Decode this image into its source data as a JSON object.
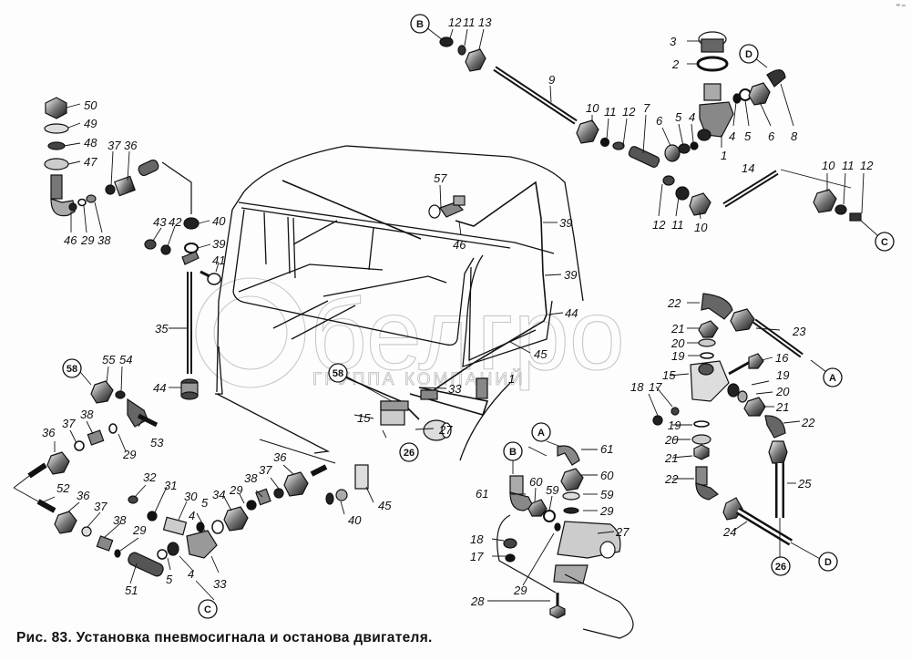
{
  "figure": {
    "caption": "Рис. 83. Установка пневмосигнала и останова двигателя.",
    "corner_mark": "ᵃᵒ ═",
    "watermark": {
      "brand": "белгро",
      "subtitle": "ГРУППА КОМПАНИЙ"
    }
  },
  "callouts": {
    "circled_refs": [
      {
        "id": "B1",
        "text": "B"
      },
      {
        "id": "D1",
        "text": "D"
      },
      {
        "id": "C1",
        "text": "C"
      },
      {
        "id": "A1",
        "text": "A"
      },
      {
        "id": "D2",
        "text": "D"
      },
      {
        "id": "26a",
        "text": "26"
      },
      {
        "id": "A2",
        "text": "A"
      },
      {
        "id": "B2",
        "text": "B"
      },
      {
        "id": "58a",
        "text": "58"
      },
      {
        "id": "58b",
        "text": "58"
      },
      {
        "id": "26b",
        "text": "26"
      },
      {
        "id": "C2",
        "text": "C"
      }
    ],
    "part_numbers": {
      "top_center": [
        "12",
        "11",
        "13",
        "9",
        "10",
        "11",
        "12",
        "7",
        "6",
        "5",
        "4",
        "1",
        "12",
        "11",
        "10",
        "14"
      ],
      "top_right": [
        "3",
        "2",
        "4",
        "5",
        "6",
        "8",
        "10",
        "11",
        "12"
      ],
      "top_left": [
        "50",
        "49",
        "48",
        "47",
        "37",
        "36",
        "46",
        "29",
        "38",
        "43",
        "42",
        "40",
        "39",
        "41",
        "35",
        "44"
      ],
      "cab": [
        "57",
        "46",
        "39",
        "39",
        "44",
        "45",
        "33",
        "15",
        "27",
        "1"
      ],
      "right_middle": [
        "22",
        "21",
        "20",
        "19",
        "23",
        "16",
        "15",
        "19",
        "20",
        "21",
        "22",
        "18",
        "17",
        "19",
        "20",
        "21",
        "22",
        "25",
        "24"
      ],
      "bottom_center": [
        "61",
        "60",
        "59",
        "29",
        "27",
        "61",
        "60",
        "59",
        "18",
        "17",
        "29",
        "28"
      ],
      "bottom_left": [
        "55",
        "54",
        "36",
        "37",
        "38",
        "29",
        "53",
        "52",
        "36",
        "37",
        "38",
        "29",
        "51",
        "32",
        "31",
        "30",
        "5",
        "4",
        "4",
        "5",
        "33",
        "34",
        "29",
        "38",
        "37",
        "36",
        "40",
        "45"
      ]
    }
  }
}
